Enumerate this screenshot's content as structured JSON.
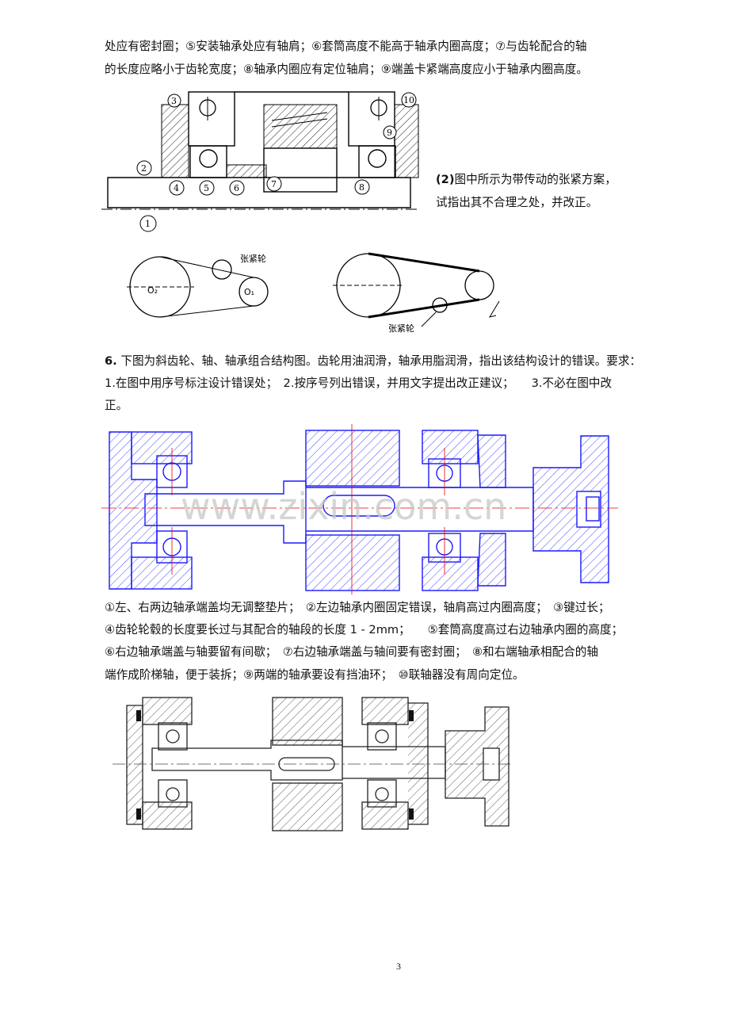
{
  "top_text": {
    "line1": "处应有密封圈；⑤安装轴承处应有轴肩；⑥套筒高度不能高于轴承内圈高度；⑦与齿轮配合的轴",
    "line2": "的长度应略小于齿轮宽度；⑧轴承内圈应有定位轴肩；⑨端盖卡紧端高度应小于轴承内圈高度。"
  },
  "fig1": {
    "callouts": [
      "1",
      "2",
      "3",
      "4",
      "5",
      "6",
      "7",
      "8",
      "9",
      "10"
    ]
  },
  "q2": {
    "num": "(2)",
    "line1": "图中所示为带传动的张紧方案，",
    "line2": "试指出其不合理之处，并改正。"
  },
  "fig2": {
    "left_label": "张紧轮",
    "right_label": "张紧轮",
    "o2": "O₂",
    "o1": "O₁"
  },
  "q6": {
    "num": "6.",
    "line1": "下图为斜齿轮、轴、轴承组合结构图。齿轮用油润滑，轴承用脂润滑，指出该结构设计的错误。要求：",
    "line2": "1.在图中用序号标注设计错误处；　2.按序号列出错误，并用文字提出改正建议；　　3.不必在图中改",
    "line3": "正。"
  },
  "watermark": "www.zixin.com.cn",
  "answers": {
    "line1": "①左、右两边轴承端盖均无调整垫片；　②左边轴承内圈固定错误，轴肩高过内圈高度；　③键过长；",
    "line2": "④齿轮轮毂的长度要长过与其配合的轴段的长度 1 - 2mm；　　⑤套筒高度高过右边轴承内圈的高度；",
    "line3": "⑥右边轴承端盖与轴要留有间歇；　⑦右边轴承端盖与轴间要有密封圈；　⑧和右端轴承相配合的轴",
    "line4": "端作成阶梯轴，便于装拆；⑨两端的轴承要设有挡油环；　⑩联轴器没有周向定位。"
  },
  "page_number": "3",
  "colors": {
    "drawing_blue": "#1a1aff",
    "center_red": "#e60000"
  }
}
